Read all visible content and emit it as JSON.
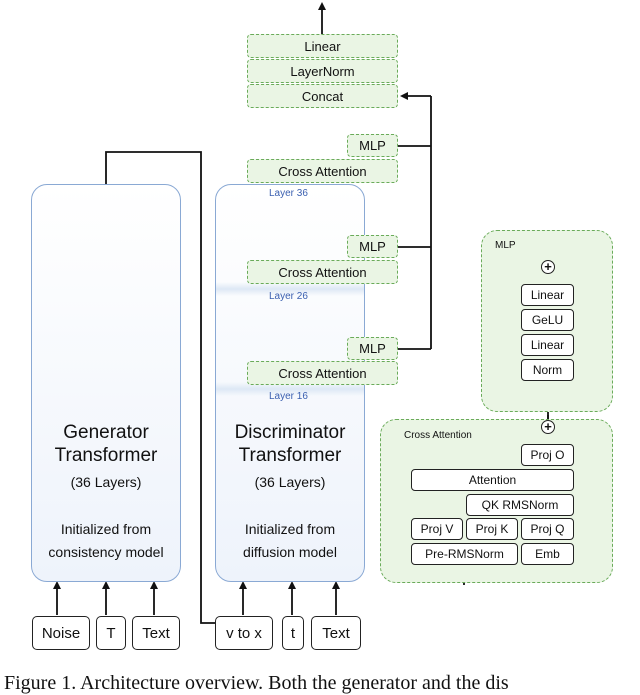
{
  "generator": {
    "title_line1": "Generator",
    "title_line2": "Transformer",
    "layers": "(36 Layers)",
    "note_line1": "Initialized from",
    "note_line2": "consistency model"
  },
  "discriminator": {
    "title_line1": "Discriminator",
    "title_line2": "Transformer",
    "layers": "(36 Layers)",
    "note_line1": "Initialized from",
    "note_line2": "diffusion model"
  },
  "layer_labels": [
    "Layer 36",
    "Layer 26",
    "Layer 16"
  ],
  "head_stack": {
    "linear": "Linear",
    "layernorm": "LayerNorm",
    "concat": "Concat"
  },
  "branches": [
    {
      "mlp": "MLP",
      "cross_attention": "Cross Attention"
    },
    {
      "mlp": "MLP",
      "cross_attention": "Cross Attention"
    },
    {
      "mlp": "MLP",
      "cross_attention": "Cross Attention"
    }
  ],
  "generator_inputs": [
    "Noise",
    "T",
    "Text"
  ],
  "discriminator_inputs": [
    "v to x",
    "t",
    "Text"
  ],
  "mlp_detail": {
    "title": "MLP",
    "blocks": [
      "Linear",
      "GeLU",
      "Linear",
      "Norm"
    ],
    "plus": "+"
  },
  "cross_attention_detail": {
    "title": "Cross Attention",
    "proj_o": "Proj O",
    "attention": "Attention",
    "qk_norm": "QK RMSNorm",
    "proj_v": "Proj V",
    "proj_k": "Proj K",
    "proj_q": "Proj Q",
    "pre_norm": "Pre-RMSNorm",
    "emb": "Emb",
    "plus": "+"
  },
  "caption": "Figure 1. Architecture overview. Both the generator and the dis",
  "colors": {
    "green_fill": "#eaf5e4",
    "green_border": "#6aab5a",
    "blue_border": "#8aa9d4",
    "layer_label": "#3a5fb0"
  }
}
